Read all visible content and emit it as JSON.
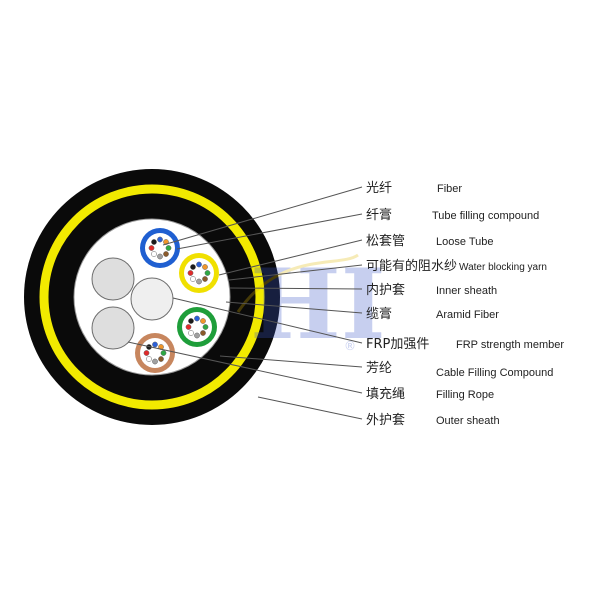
{
  "colors": {
    "outer_sheath": "#0a0a0a",
    "yellow_band": "#f2ea00",
    "inner_white": "#ffffff",
    "filling_rope": "#dedede",
    "frp": "#efefef",
    "tube_blue": "#1f5fd1",
    "tube_yellow": "#f0e000",
    "tube_green": "#1e9e3a",
    "tube_brown": "#c7865e",
    "watermark": "#3a55c8",
    "fiber_colors": [
      "#2a5fd8",
      "#f0962a",
      "#2ea844",
      "#8a5a2b",
      "#a0a0a0",
      "#ffffff",
      "#e02a2a",
      "#1a1a1a",
      "#f0e000",
      "#8a3ab8"
    ]
  },
  "watermark": {
    "logo_text": "HI",
    "registered_mark": "®"
  },
  "labels": [
    {
      "cn": "光纤",
      "en": "Fiber"
    },
    {
      "cn": "纤膏",
      "en": "Tube filling compound"
    },
    {
      "cn": "松套管",
      "en": "Loose Tube"
    },
    {
      "cn": "可能有的阻水纱",
      "en": "Water blocking yarn"
    },
    {
      "cn": "内护套",
      "en": "Inner sheath"
    },
    {
      "cn": "缆膏",
      "en": "Aramid Fiber"
    },
    {
      "cn": "FRP加强件",
      "en": "FRP strength member"
    },
    {
      "cn": "芳纶",
      "en": "Cable Filling Compound"
    },
    {
      "cn": "填充绳",
      "en": "Filling Rope"
    },
    {
      "cn": "外护套",
      "en": "Outer sheath"
    }
  ]
}
